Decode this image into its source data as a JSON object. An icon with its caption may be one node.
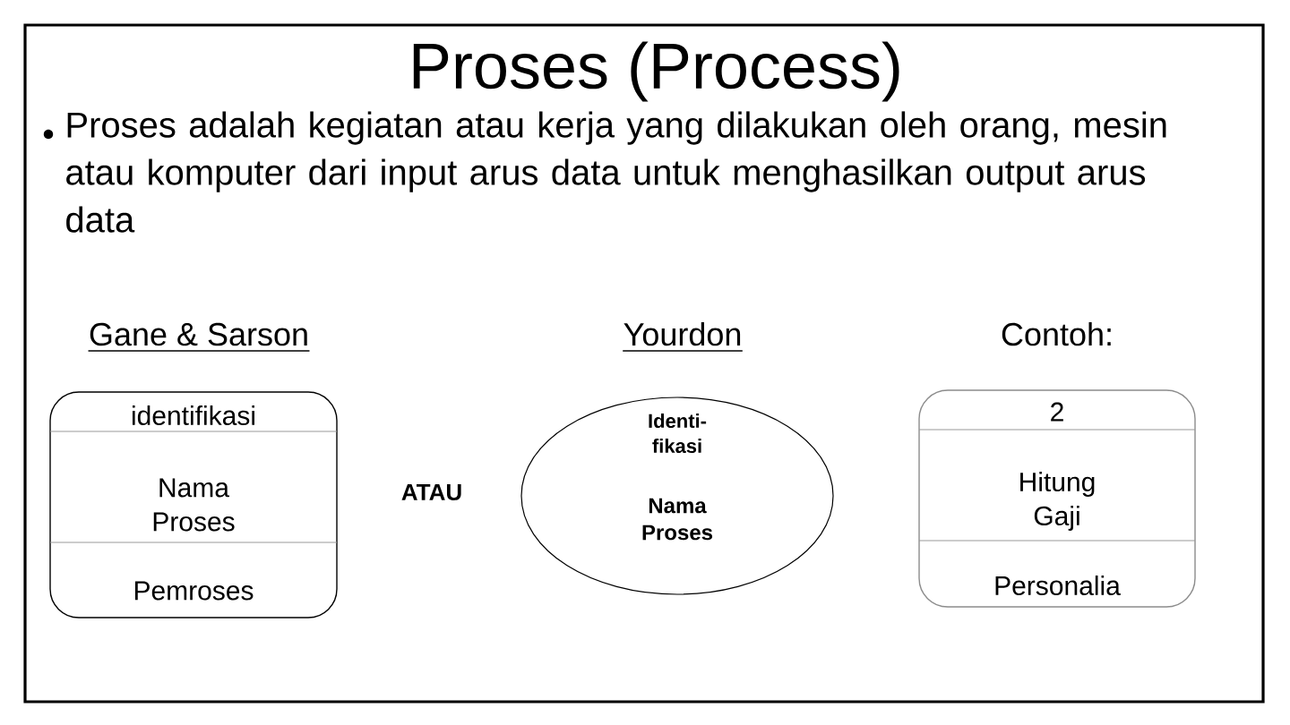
{
  "diagram": {
    "title": "Proses (Process)",
    "nodes": [
      {
        "text": [
          "identifikasi",
          "Nama Proses",
          "Pemroses"
        ]
      },
      {
        "text": [
          "Identi- fikasi",
          "Nama Proses"
        ]
      },
      {
        "text": [
          "2",
          "Hitung Gaji",
          "Personalia"
        ]
      }
    ],
    "labels": [
      "Proses adalah kegiatan atau kerja yang dilakukan oleh orang, mesin atau komputer dari input arus data untuk menghasilkan output arus data",
      "Gane & Sarson",
      "Yourdon",
      "Contoh:",
      "ATAU"
    ]
  }
}
